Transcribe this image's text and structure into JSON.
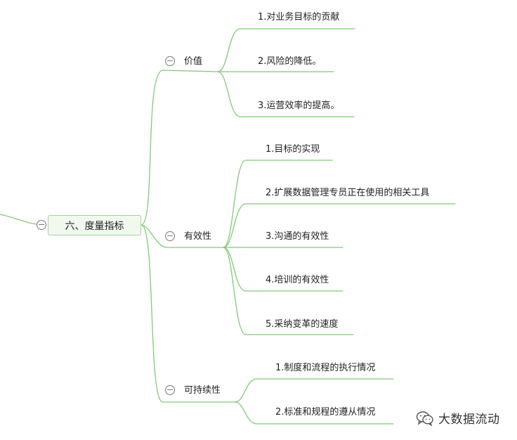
{
  "root": {
    "label": "六、度量指标"
  },
  "branches": [
    {
      "label": "价值",
      "children": [
        "1.对业务目标的贡献",
        "2.风险的降低。",
        "3.运营效率的提高。"
      ]
    },
    {
      "label": "有效性",
      "children": [
        "1.目标的实现",
        "2.扩展数据管理专员正在使用的相关工具",
        "3.沟通的有效性",
        "4.培训的有效性",
        "5.采纳变革的速度"
      ]
    },
    {
      "label": "可持续性",
      "children": [
        "1.制度和流程的执行情况",
        "2.标准和规程的遵从情况"
      ]
    }
  ],
  "watermark": {
    "text": "大数据流动",
    "icon": "wechat-icon"
  },
  "colors": {
    "line": "#7fcb75",
    "root_fill": "#f1f9ef",
    "root_border": "#9fd49a"
  }
}
